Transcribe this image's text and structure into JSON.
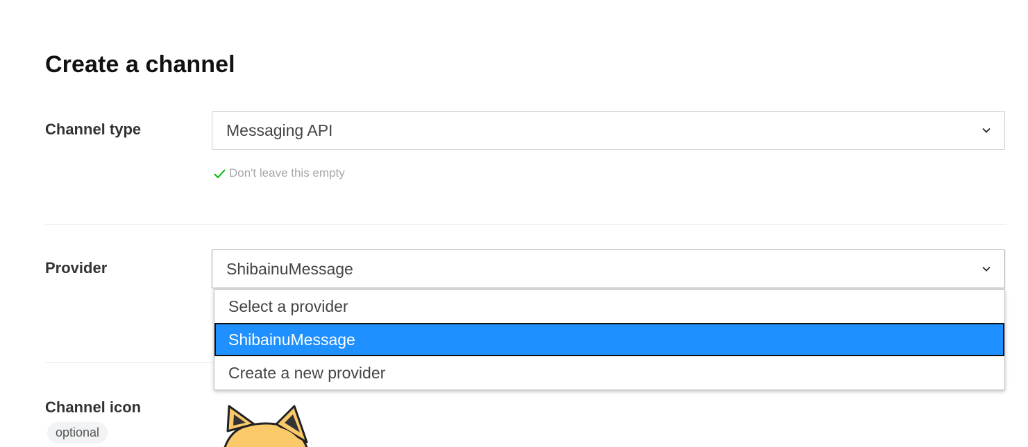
{
  "page": {
    "title": "Create a channel"
  },
  "channel_type": {
    "label": "Channel type",
    "value": "Messaging API",
    "hint": "Don't leave this empty",
    "hint_icon": "check-icon"
  },
  "provider": {
    "label": "Provider",
    "value": "ShibainuMessage",
    "dropdown_open": true,
    "options": [
      {
        "label": "Select a provider",
        "selected": false
      },
      {
        "label": "ShibainuMessage",
        "selected": true
      },
      {
        "label": "Create a new provider",
        "selected": false
      }
    ]
  },
  "channel_icon": {
    "label": "Channel icon",
    "badge": "optional",
    "icon": "shiba-dog-icon"
  },
  "colors": {
    "selected_option": "#1e90ff",
    "hint_check": "#00b900",
    "hint_text": "#a5a8ab"
  }
}
